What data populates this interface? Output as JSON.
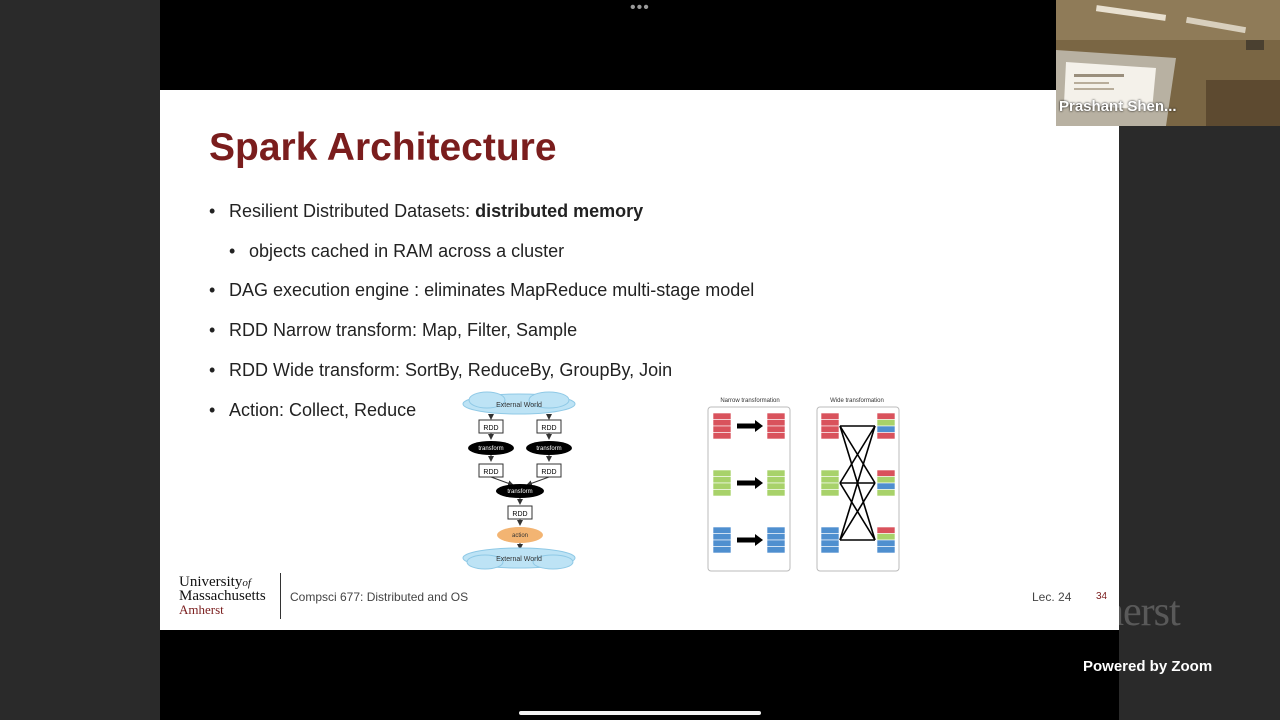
{
  "zoom": {
    "more_icon": "more-dots-icon",
    "participant_name": "Prashant Shen...",
    "powered_by": "Powered by Zoom",
    "watermark": "UMassAmherst"
  },
  "slide": {
    "title": "Spark Architecture",
    "bullets": [
      {
        "text": "Resilient Distributed Datasets:  ",
        "bold": "distributed memory",
        "level": 1
      },
      {
        "text": "objects cached in RAM across a cluster",
        "bold": "",
        "level": 2
      },
      {
        "text": "DAG execution engine : eliminates MapReduce multi-stage model",
        "bold": "",
        "level": 1
      },
      {
        "text": "RDD Narrow transform: Map, Filter, Sample",
        "bold": "",
        "level": 1
      },
      {
        "text": "RDD Wide transform: SortBy, ReduceBy, GroupBy, Join",
        "bold": "",
        "level": 1
      },
      {
        "text": "Action: Collect, Reduce",
        "bold": "",
        "level": 1
      }
    ],
    "dag_diagram": {
      "top": "External World",
      "rdd": "RDD",
      "transform": "transform",
      "action": "action",
      "bottom": "External World"
    },
    "transform_diagram": {
      "narrow_label": "Narrow transformation",
      "wide_label": "Wide transformation",
      "colors": [
        "#d9525c",
        "#a8d26a",
        "#4f8fcf"
      ]
    },
    "footer": {
      "logo_line1": "University",
      "logo_of": "of",
      "logo_line2": "Massachusetts",
      "logo_line3": "Amherst",
      "course": "Compsci 677: Distributed and OS",
      "lecture": "Lec. 24",
      "page": "34"
    }
  }
}
